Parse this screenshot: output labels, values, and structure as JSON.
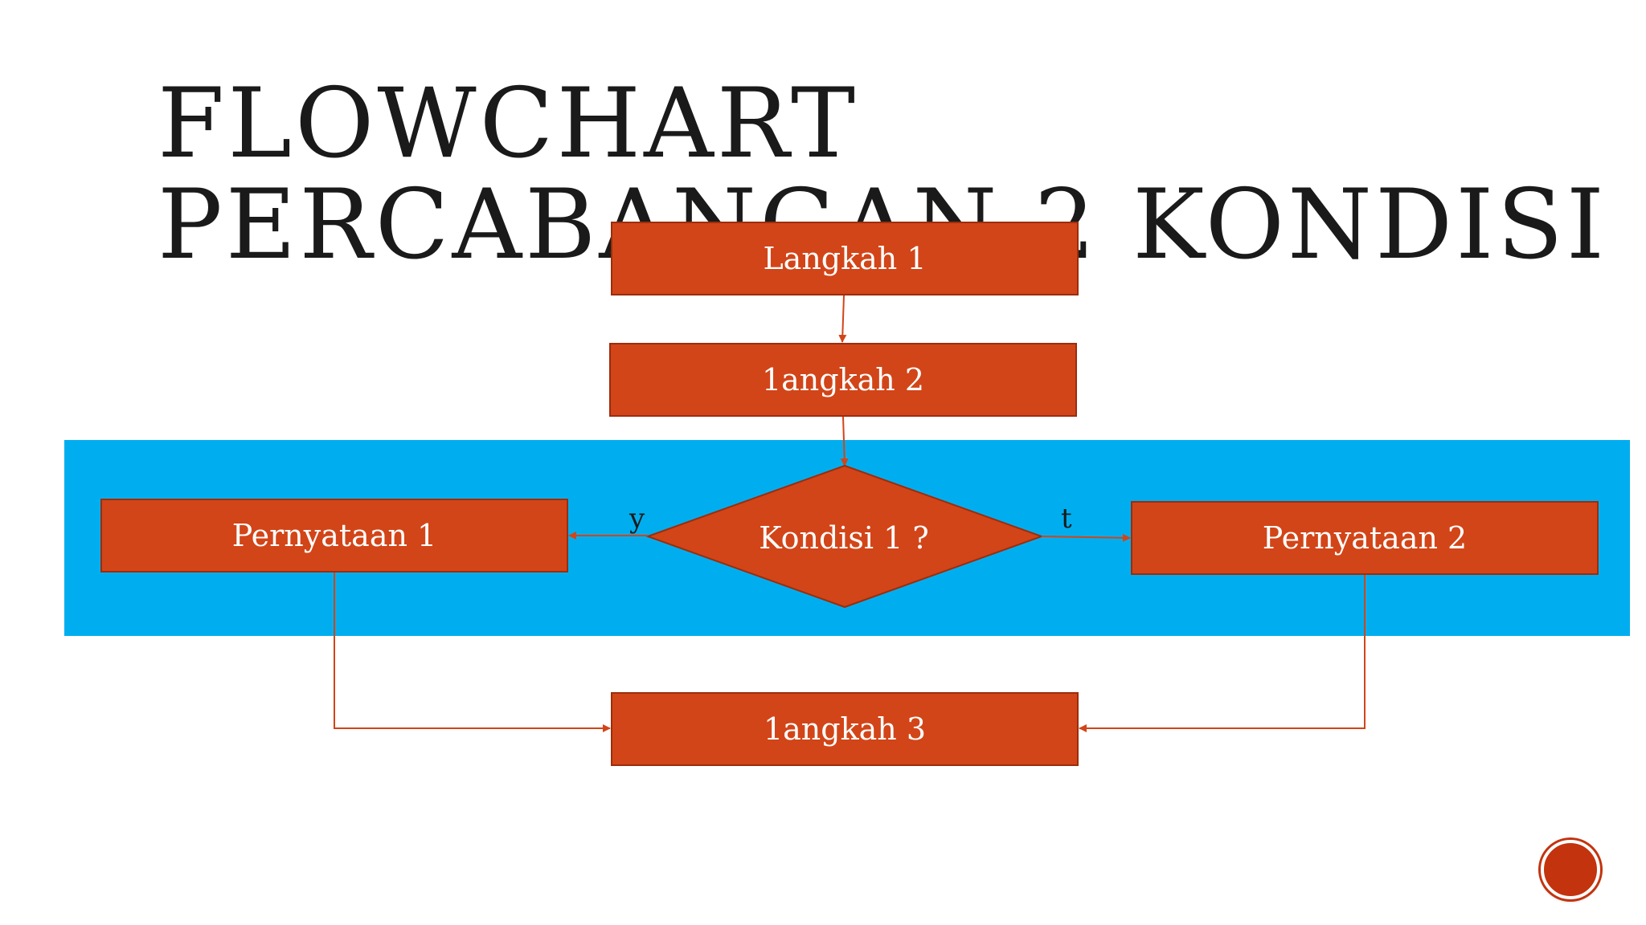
{
  "title": {
    "line1": "Flowchart",
    "line2": "Percabangan 2 Kondisi"
  },
  "flowchart": {
    "nodes": {
      "langkah1": "Langkah 1",
      "langkah2": "1angkah 2",
      "kondisi": "Kondisi 1 ?",
      "pernyataan1": "Pernyataan 1",
      "pernyataan2": "Pernyataan 2",
      "langkah3": "1angkah 3"
    },
    "branch_labels": {
      "yes": "y",
      "no": "t"
    }
  },
  "colors": {
    "box_fill": "#d24518",
    "box_border": "#9c2d0c",
    "band": "#00aeef",
    "connector": "#d24518"
  },
  "icons": {
    "nav": "circle-nav-button"
  }
}
